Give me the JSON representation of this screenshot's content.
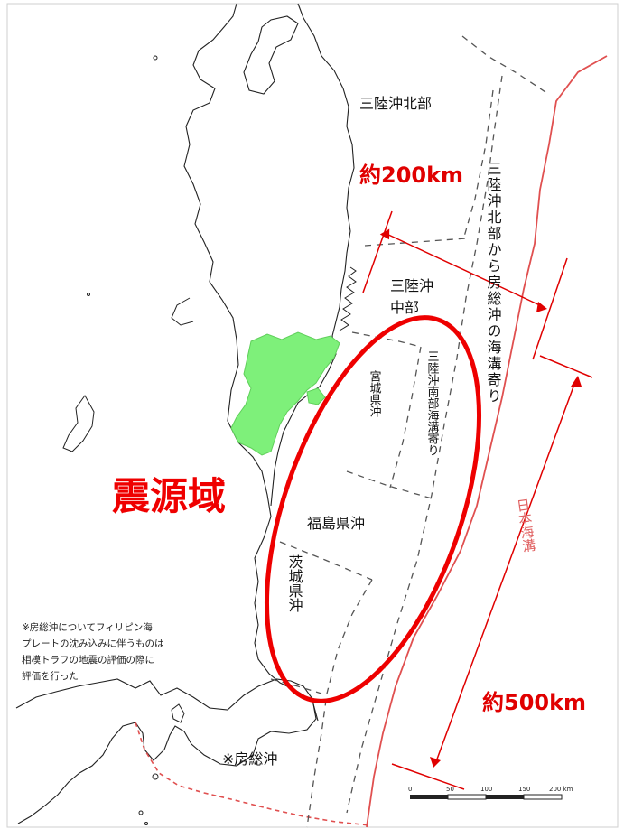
{
  "map": {
    "focal_area_label": "震源域",
    "distance_width": "約200km",
    "distance_length": "約500km",
    "trench_label": "日本海溝",
    "regions": {
      "sanriku_north": "三陸沖北部",
      "sanriku_middle_line1": "三陸沖",
      "sanriku_middle_line2": "中部",
      "miyagi": "宮城県沖",
      "sanriku_south_trench": "三陸沖南部海溝寄り",
      "fukushima": "福島県沖",
      "ibaraki": "茨城県沖",
      "boso": "※房総沖",
      "trench_side": "三陸沖北部から房総沖の海溝寄り"
    },
    "note_lines": [
      "※房総沖についてフィリピン海",
      "プレートの沈み込みに伴うものは",
      "相模トラフの地震の評価の際に",
      "評価を行った"
    ],
    "scale_ticks": [
      "0",
      "50",
      "100",
      "150",
      "200 km"
    ],
    "colors": {
      "land_highlight": "#7ef07a",
      "focal_outline": "#ee0000",
      "trench_line": "#e05050",
      "arrow": "#e00000",
      "coast": "#222222"
    }
  }
}
